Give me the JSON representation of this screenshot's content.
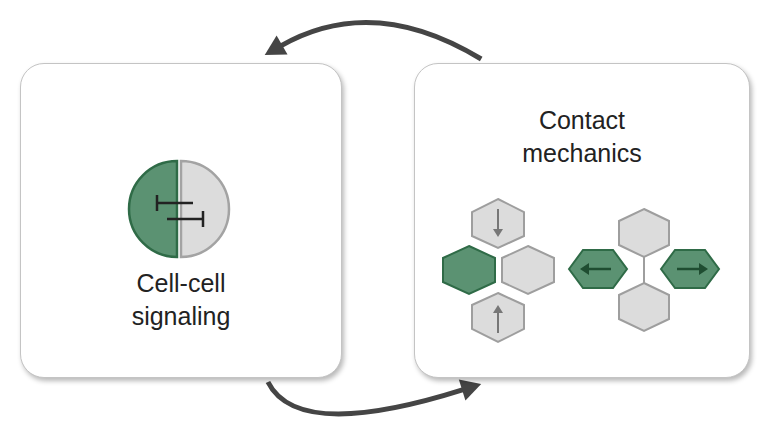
{
  "diagram": {
    "nodes": [
      {
        "text": [
          "Cell-cell signaling"
        ]
      },
      {
        "text": [
          "Contact mechanics"
        ]
      }
    ],
    "edges": [
      {
        "from": 1,
        "to": 0,
        "arrow": "to"
      },
      {
        "from": 0,
        "to": 1,
        "arrow": "to"
      }
    ]
  }
}
